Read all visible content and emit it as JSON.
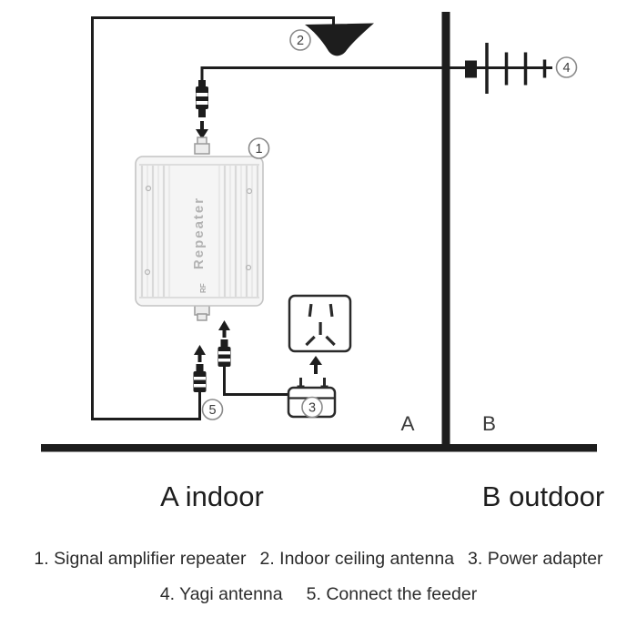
{
  "figure": {
    "callouts": {
      "c1": "1",
      "c2": "2",
      "c3": "3",
      "c4": "4",
      "c5": "5"
    },
    "repeater_label": "Repeater",
    "repeater_logo": "RF",
    "wall_zone_left": "A",
    "wall_zone_right": "B",
    "caption_left": "A indoor",
    "caption_right": "B outdoor"
  },
  "legend": {
    "row1": [
      {
        "text": "1. Signal amplifier repeater"
      },
      {
        "text": "2. Indoor ceiling antenna"
      },
      {
        "text": "3. Power adapter"
      }
    ],
    "row2": [
      {
        "text": "4. Yagi antenna"
      },
      {
        "text": "5. Connect the feeder"
      }
    ]
  },
  "colors": {
    "ink": "#1d1d1d",
    "callout_ring": "#8a8a8a"
  }
}
